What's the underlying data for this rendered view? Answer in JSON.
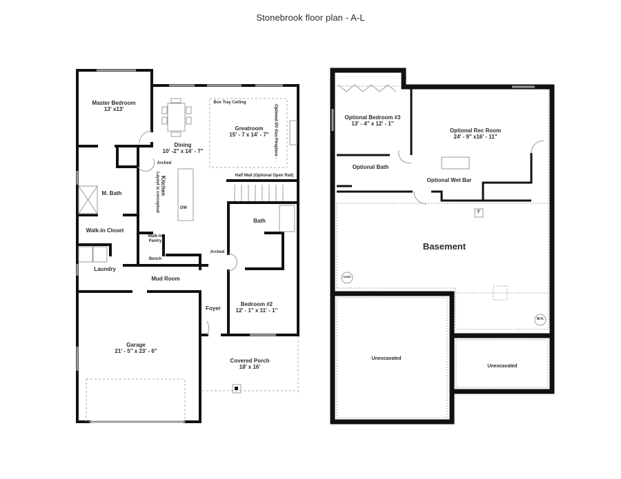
{
  "title": "Stonebrook floor plan - A-L",
  "colors": {
    "wall": "#111111",
    "window": "#9a9a9a",
    "dashed": "#a8a8a8",
    "text": "#2b2b2b",
    "background": "#ffffff"
  },
  "main_floor": {
    "rooms": [
      {
        "name": "Master Bedroom",
        "dims": "13' x13'"
      },
      {
        "name": "Dining",
        "dims": "10' -2\" x 14' - 7\""
      },
      {
        "name": "Greatroom",
        "dims": "15' - 7 x 14' - 7\""
      },
      {
        "name": "M. Bath",
        "dims": ""
      },
      {
        "name": "Kitchen",
        "dims": ""
      },
      {
        "name": "Walk-In Closet",
        "dims": ""
      },
      {
        "name": "Walk-In Pantry",
        "dims": ""
      },
      {
        "name": "Laundry",
        "dims": ""
      },
      {
        "name": "Mud Room",
        "dims": ""
      },
      {
        "name": "Bath",
        "dims": ""
      },
      {
        "name": "Bedroom #2",
        "dims": "12' - 1\" x 11' - 1\""
      },
      {
        "name": "Foyer",
        "dims": ""
      },
      {
        "name": "Garage",
        "dims": "21' - 5\" x 23' - 6\""
      },
      {
        "name": "Covered Porch",
        "dims": "18' x 16'"
      }
    ],
    "annotations": {
      "box_tray": "Box Tray Ceiling",
      "fireplace": "Optional DV Gas Fireplace",
      "half_wall": "Half Wall (Optional Open Rail)",
      "arched_1": "Arched",
      "arched_2": "Arched",
      "kitchen_note": "Layout is conceptual",
      "dw": "DW",
      "bench": "Bench",
      "walkin_pantry_1": "Walk-In",
      "walkin_pantry_2": "Pantry"
    }
  },
  "basement": {
    "rooms": [
      {
        "name": "Optional Bedroom #3",
        "dims": "13' - 4\" x 12' - 1\""
      },
      {
        "name": "Optional Rec Room",
        "dims": "24' - 9\" x16' - 11\""
      },
      {
        "name": "Optional Bath",
        "dims": ""
      },
      {
        "name": "Optional Wet Bar",
        "dims": ""
      },
      {
        "name": "Basement",
        "dims": ""
      },
      {
        "name": "Unexcavated",
        "dims": ""
      },
      {
        "name": "Unexcavated",
        "dims": ""
      }
    ],
    "annotations": {
      "furnace": "F",
      "sump": "SUMP",
      "water_heater": "W.H."
    }
  }
}
